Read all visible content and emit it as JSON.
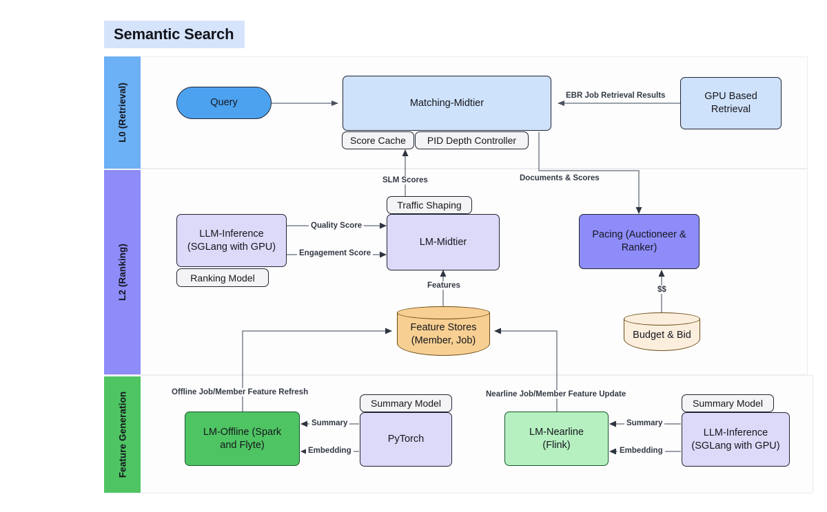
{
  "title": "Semantic Search",
  "colors": {
    "title_bg": "#d6e4fb",
    "lane_l0": "#6cb0f5",
    "lane_l2": "#8d8cf9",
    "lane_fg": "#4fc463",
    "node_query": "#4da2f0",
    "node_blue": "#cfe2fb",
    "node_lavender": "#ddd9f8",
    "node_periwinkle": "#8d8cf9",
    "node_green": "#4fc463",
    "node_light_green": "#b6f0c0",
    "cylinder_orange": "#f7cf92",
    "cylinder_cream": "#fbeedd",
    "edge": "#6b7280",
    "text": "#15161d"
  },
  "lanes": [
    {
      "id": "l0",
      "label": "L0 (Retrieval)"
    },
    {
      "id": "l2",
      "label": "L2 (Ranking)"
    },
    {
      "id": "fg",
      "label": "Feature Generation"
    }
  ],
  "nodes": {
    "query": "Query",
    "matching_midtier": "Matching-Midtier",
    "score_cache": "Score Cache",
    "pid_depth_controller": "PID Depth Controller",
    "gpu_based_retrieval": "GPU Based\nRetrieval",
    "gpu_based_retrieval_l1": "GPU Based",
    "gpu_based_retrieval_l2": "Retrieval",
    "llm_inference_ranking_l1": "LLM-Inference",
    "llm_inference_ranking_l2": "(SGLang with GPU)",
    "ranking_model": "Ranking Model",
    "traffic_shaping": "Traffic Shaping",
    "lm_midtier": "LM-Midtier",
    "pacing_l1": "Pacing (Auctioneer &",
    "pacing_l2": "Ranker)",
    "feature_stores_l1": "Feature Stores",
    "feature_stores_l2": "(Member, Job)",
    "budget_and_bid": "Budget & Bid",
    "lm_offline_l1": "LM-Offline (Spark",
    "lm_offline_l2": "and Flyte)",
    "summary_model_left": "Summary Model",
    "pytorch": "PyTorch",
    "lm_nearline_l1": "LM-Nearline",
    "lm_nearline_l2": "(Flink)",
    "summary_model_right": "Summary Model",
    "llm_inference_nearline_l1": "LLM-Inference",
    "llm_inference_nearline_l2": "(SGLang with GPU)"
  },
  "edge_labels": {
    "ebr_job_retrieval_results": "EBR Job Retrieval Results",
    "slm_scores": "SLM Scores",
    "documents_and_scores": "Documents & Scores",
    "quality_score": "Quality Score",
    "engagement_score": "Engagement Score",
    "features": "Features",
    "money": "$$",
    "offline_refresh": "Offline Job/Member Feature Refresh",
    "nearline_update": "Nearline Job/Member Feature Update",
    "summary_left": "Summary",
    "embedding_left": "Embedding",
    "summary_right": "Summary",
    "embedding_right": "Embedding"
  }
}
